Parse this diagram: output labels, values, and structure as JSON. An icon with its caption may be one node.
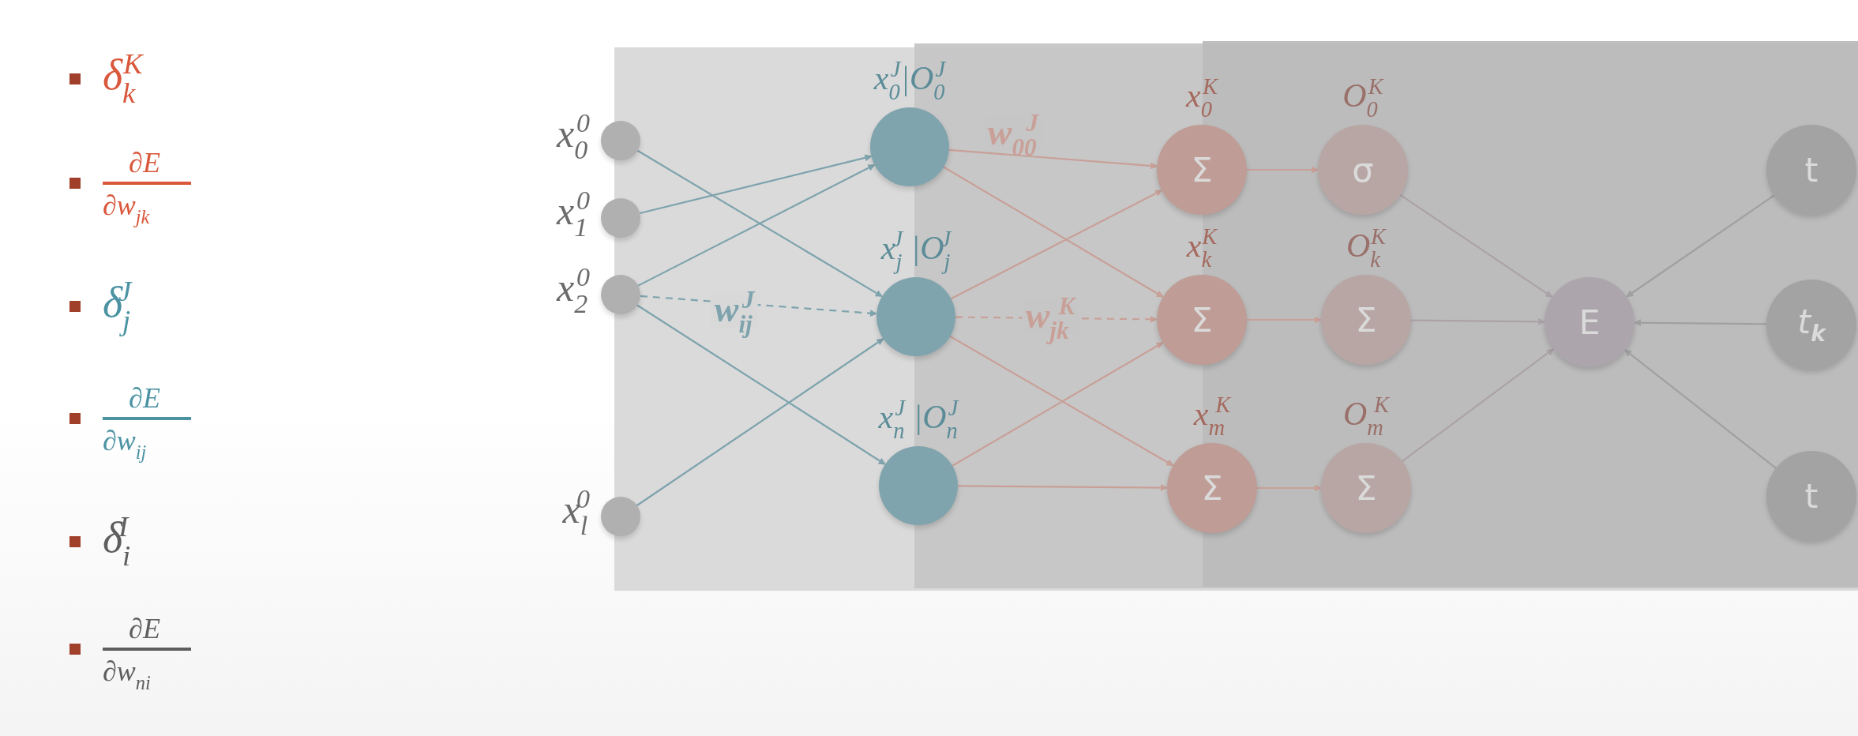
{
  "diagram": {
    "nodes": [
      {
        "text": [],
        "shape": "circle",
        "beside": [
          "x$_{0}$$^{0}$"
        ]
      },
      {
        "text": [],
        "shape": "circle",
        "beside": [
          "x$_{1}$$^{0}$"
        ]
      },
      {
        "text": [],
        "shape": "circle",
        "beside": [
          "x$_{2}$$^{0}$"
        ]
      },
      {
        "text": [],
        "shape": "circle",
        "beside": [
          "x$_{l}$$^{0}$"
        ]
      },
      {
        "text": [],
        "shape": "circle",
        "beside": [
          "x$_{0}$$^{J}$|O$_{0}$$^{J}$"
        ]
      },
      {
        "text": [],
        "shape": "circle",
        "beside": [
          "x$_{j}$$^{J}$ |O$_{j}$$^{J}$"
        ]
      },
      {
        "text": [],
        "shape": "circle",
        "beside": [
          "x$_{n}$$^{J}$ |O$_{n}$$^{J}$"
        ]
      },
      {
        "text": [
          "Σ"
        ],
        "beside": [
          "x$_{0}$$^{K}$"
        ]
      },
      {
        "text": [
          "Σ"
        ],
        "beside": [
          "x$_{k}$$^{K}$"
        ]
      },
      {
        "text": [
          "Σ"
        ],
        "beside": [
          "x$_{m}$$^{K}$"
        ]
      },
      {
        "text": [
          "σ"
        ],
        "beside": [
          "O$_{0}$$^{K}$"
        ]
      },
      {
        "text": [
          "Σ"
        ],
        "beside": [
          "O$_{k}$$^{K}$"
        ]
      },
      {
        "text": [
          "Σ"
        ],
        "beside": [
          "O$_{m}$$^{K}$"
        ]
      },
      {
        "text": [
          "E"
        ]
      },
      {
        "text": [
          "t"
        ]
      },
      {
        "text": [
          "*t*$_{k}$"
        ]
      },
      {
        "text": [
          "t"
        ]
      }
    ],
    "edges": [
      {
        "from": 0,
        "to": 5,
        "arrow": "to",
        "color": "#7ea3ad"
      },
      {
        "from": 1,
        "to": 4,
        "arrow": "to",
        "color": "#7ea3ad"
      },
      {
        "from": 2,
        "to": 4,
        "arrow": "to",
        "color": "#7ea3ad"
      },
      {
        "from": 2,
        "to": 5,
        "arrow": "to",
        "color": "#7ea3ad",
        "style": "dashed",
        "label": "w$_{ij}$$^{J}$"
      },
      {
        "from": 2,
        "to": 6,
        "arrow": "to",
        "color": "#7ea3ad"
      },
      {
        "from": 3,
        "to": 5,
        "arrow": "to",
        "color": "#7ea3ad"
      },
      {
        "from": 4,
        "to": 7,
        "arrow": "to",
        "label": "w$_{00}$$^{J}$"
      },
      {
        "from": 4,
        "to": 8,
        "arrow": "to"
      },
      {
        "from": 5,
        "to": 7,
        "arrow": "to"
      },
      {
        "from": 5,
        "to": 8,
        "arrow": "to",
        "style": "dashed",
        "label": "w$_{jk}$$^{K}$"
      },
      {
        "from": 5,
        "to": 9,
        "arrow": "to"
      },
      {
        "from": 6,
        "to": 8,
        "arrow": "to"
      },
      {
        "from": 6,
        "to": 9,
        "arrow": "to"
      },
      {
        "from": 7,
        "to": 10,
        "arrow": "to"
      },
      {
        "from": 8,
        "to": 11,
        "arrow": "to"
      },
      {
        "from": 9,
        "to": 12,
        "arrow": "to"
      },
      {
        "from": 10,
        "to": 13,
        "arrow": "to",
        "color": "#aba2a8"
      },
      {
        "from": 11,
        "to": 13,
        "arrow": "to",
        "color": "#aba2a8"
      },
      {
        "from": 12,
        "to": 13,
        "arrow": "to",
        "color": "#aba2a8"
      },
      {
        "from": 14,
        "to": 13,
        "arrow": "to",
        "color": "#a0a0a0"
      },
      {
        "from": 15,
        "to": 13,
        "arrow": "to",
        "color": "#a0a0a0"
      },
      {
        "from": 16,
        "to": 13,
        "arrow": "to",
        "color": "#a0a0a0"
      }
    ],
    "labels": [
      "δ$_{k}$$^{K}$",
      "∂E",
      "∂w$_{jk}$",
      "δ$_{j}$$^{J}$",
      "∂E",
      "∂w$_{ij}$",
      "δ$_{i}$$^{I}$",
      "∂E",
      "∂w$_{ni}$"
    ]
  }
}
